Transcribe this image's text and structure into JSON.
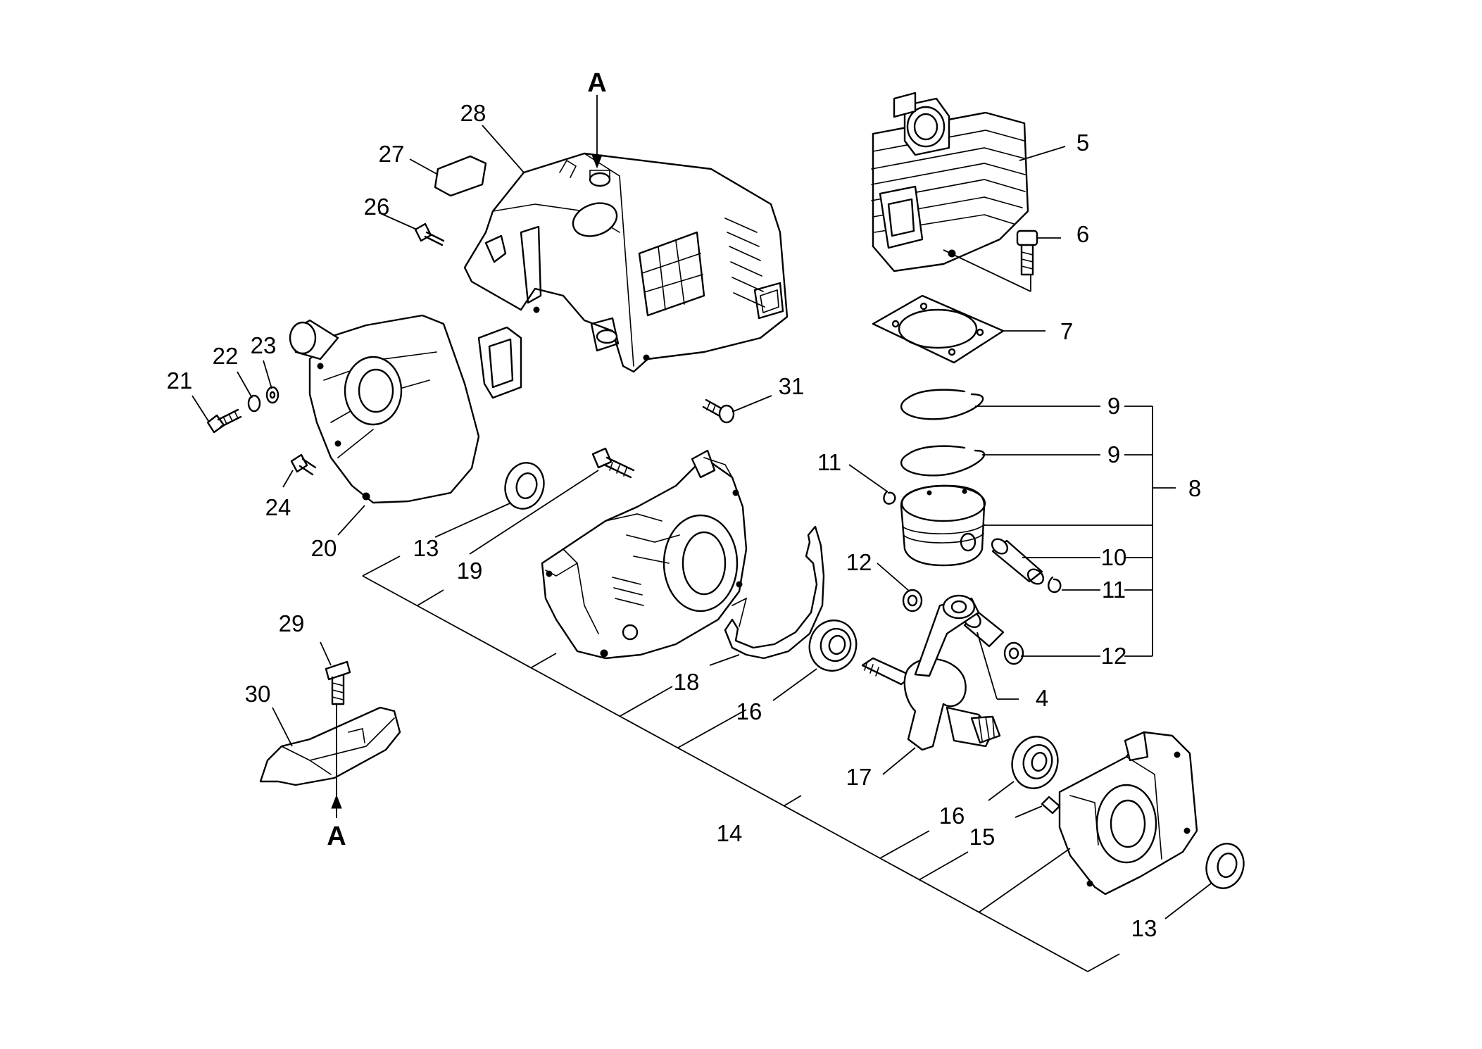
{
  "callouts": {
    "c1": "A",
    "c2": "A",
    "c3": "28",
    "c4": "27",
    "c5": "26",
    "c6": "5",
    "c7": "6",
    "c8": "7",
    "c9": "31",
    "c10": "21",
    "c11": "22",
    "c12": "23",
    "c13": "24",
    "c14": "20",
    "c15": "13",
    "c16": "19",
    "c17": "9",
    "c18": "9",
    "c19": "8",
    "c20": "11",
    "c21": "10",
    "c22": "11",
    "c23": "12",
    "c24": "12",
    "c25": "4",
    "c26": "29",
    "c27": "30",
    "c28": "18",
    "c29": "16",
    "c30": "17",
    "c31": "16",
    "c32": "15",
    "c33": "14",
    "c34": "13"
  }
}
